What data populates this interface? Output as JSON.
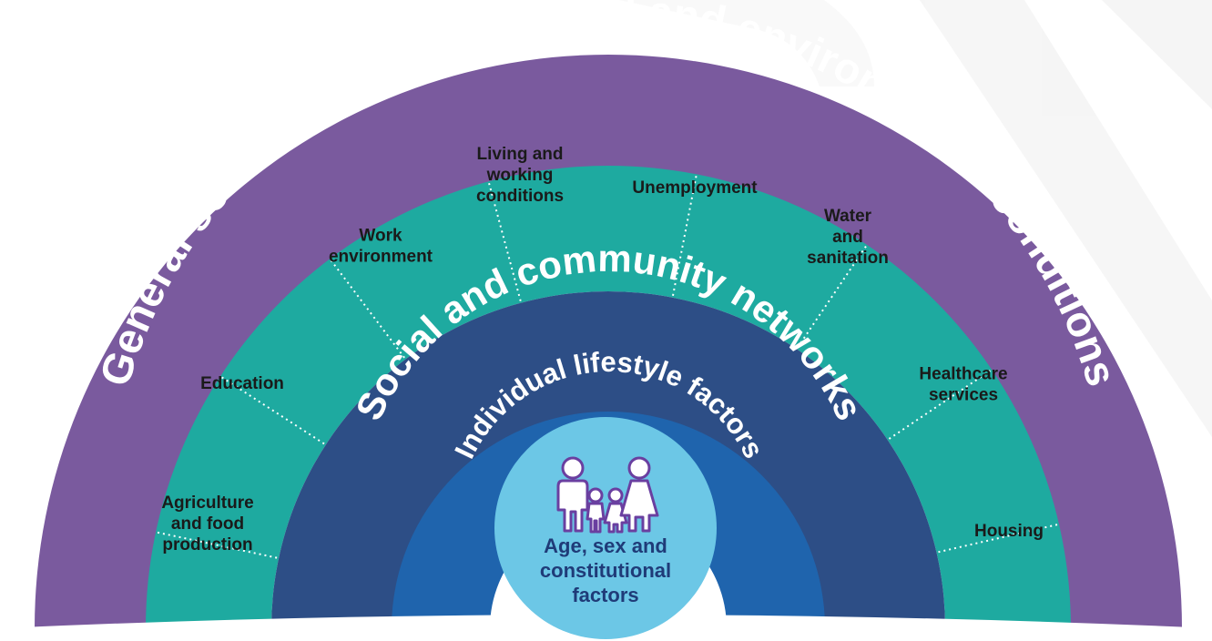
{
  "diagram": {
    "outer_ring_label": "General socio-economic, cultural and environmental conditions",
    "middle_ring_label": "Social and community networks",
    "inner_ring_label": "Individual lifestyle factors",
    "center": {
      "lines": [
        "Age, sex and",
        "constitutional",
        "factors"
      ],
      "icon": "family-icon"
    },
    "factors": [
      {
        "lines": [
          "Agriculture",
          "and food",
          "production"
        ]
      },
      {
        "lines": [
          "Education"
        ]
      },
      {
        "lines": [
          "Work",
          "environment"
        ]
      },
      {
        "lines": [
          "Living and",
          "working",
          "conditions"
        ]
      },
      {
        "lines": [
          "Unemployment"
        ]
      },
      {
        "lines": [
          "Water",
          "and",
          "sanitation"
        ]
      },
      {
        "lines": [
          "Healthcare",
          "services"
        ]
      },
      {
        "lines": [
          "Housing"
        ]
      }
    ],
    "colors": {
      "outer_ring": "#7a5a9e",
      "factors_ring": "#1eaaa0",
      "middle_ring": "#2d4e86",
      "inner_ring": "#1f64ad",
      "center": "#6cc7e6",
      "center_text": "#1f3b78"
    }
  }
}
